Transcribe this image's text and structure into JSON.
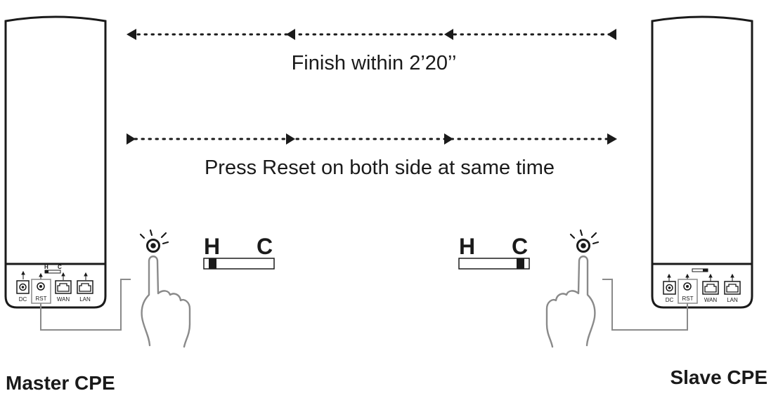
{
  "instructions": {
    "top": "Finish within 2’20’’",
    "bottom": "Press Reset on both side at same time"
  },
  "devices": {
    "master": {
      "label": "Master CPE",
      "ports": [
        "DC",
        "RST",
        "WAN",
        "LAN"
      ],
      "switch_left": "H",
      "switch_right": "C",
      "switch_position": "H"
    },
    "slave": {
      "label": "Slave CPE",
      "ports": [
        "DC",
        "RST",
        "WAN",
        "LAN"
      ],
      "switch_position": "C"
    }
  },
  "switch_indicators": {
    "left": {
      "h_label": "H",
      "c_label": "C",
      "position": "H"
    },
    "right": {
      "h_label": "H",
      "c_label": "C",
      "position": "C"
    }
  },
  "colors": {
    "ink": "#1a1a1a",
    "paper": "#ffffff",
    "lead_line": "#8a8a8a"
  },
  "icons": [
    "leftward-dotted-arrow",
    "rightward-dotted-arrow",
    "press-button-icon",
    "pointing-hand-icon"
  ]
}
